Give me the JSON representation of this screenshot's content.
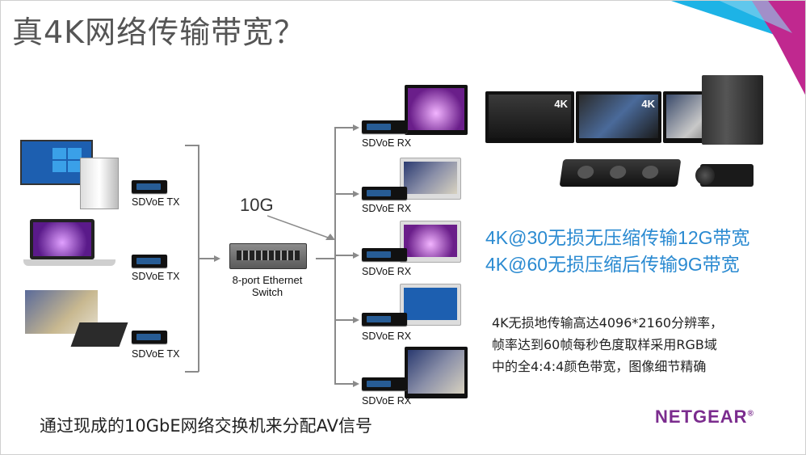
{
  "title": "真4K网络传输带宽？",
  "tx_label": "SDVoE TX",
  "rx_label": "SDVoE RX",
  "link_speed": "10G",
  "switch_label_line1": "8-port Ethernet",
  "switch_label_line2": "Switch",
  "highlight_line1": "4K@30无损无压缩传输12G带宽",
  "highlight_line2": "4K@60无损压缩后传输9G带宽",
  "description_line1": "4K无损地传输高达4096*2160分辨率，",
  "description_line2": "帧率达到60帧每秒色度取样采用RGB域",
  "description_line3": "中的全4:4:4颜色带宽，图像细节精确",
  "bottom_text": "通过现成的10GbE网络交换机来分配AV信号",
  "logo_text": "NETGEAR",
  "logo_mark": "®",
  "badge_4k": "4K",
  "colors": {
    "accent_blue": "#2a8ad1",
    "logo_purple": "#7b2c8e",
    "corner_cyan": "#1db3e6",
    "corner_magenta": "#c0288f"
  }
}
